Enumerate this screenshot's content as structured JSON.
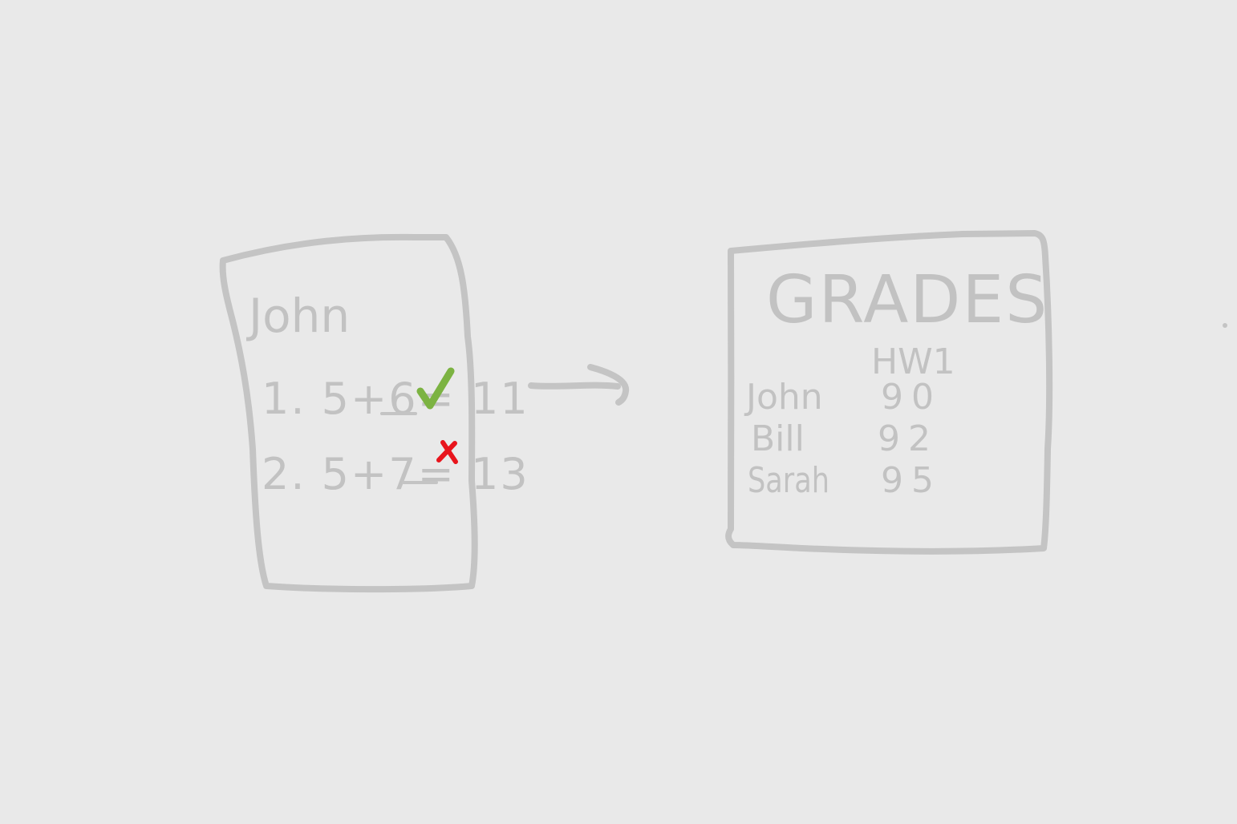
{
  "homework_sheet": {
    "student_name": "John",
    "problems": [
      {
        "text": "1. 5+6= 11",
        "mark": "check-icon",
        "mark_color": "#7cb342"
      },
      {
        "text": "2. 5+7= 13",
        "mark": "cross-icon",
        "mark_color": "#e8141c"
      }
    ]
  },
  "arrow": {
    "icon": "arrow-right-icon"
  },
  "gradebook": {
    "title": "GRADES",
    "column_header": "HW1",
    "rows": [
      {
        "name": "John",
        "score": "90"
      },
      {
        "name": "Bill",
        "score": "92"
      },
      {
        "name": "Sarah",
        "score": "95"
      }
    ]
  },
  "colors": {
    "background": "#e9e9e9",
    "ink": "#c4c4c4",
    "correct": "#7cb342",
    "incorrect": "#e8141c"
  }
}
